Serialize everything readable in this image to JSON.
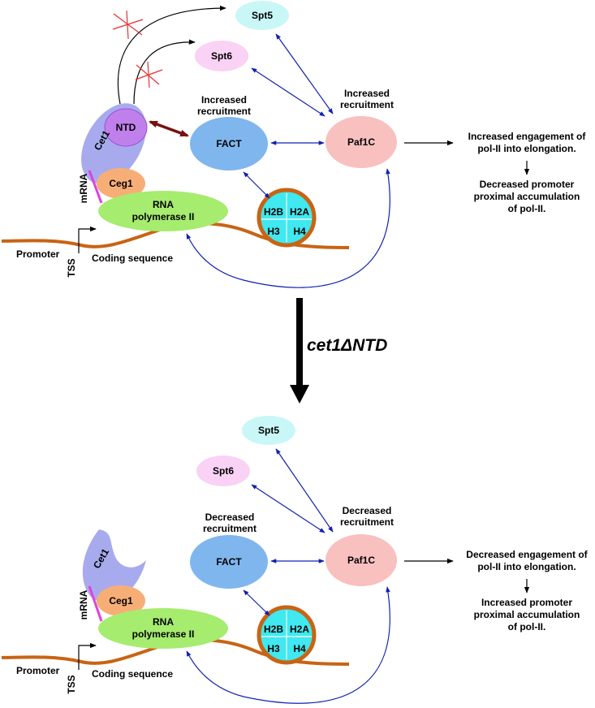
{
  "colors": {
    "spt5": "#c9f7f7",
    "spt6": "#f9d2f5",
    "fact": "#7fb6ee",
    "paf1c": "#f9c0c0",
    "cet1": "#a7abee",
    "ntd": "#c080ec",
    "ceg1": "#f7ae76",
    "rnapol": "#a6ec6e",
    "histone_fill": "#40e8f0",
    "histone_ring": "#c86414",
    "dna": "#c86414",
    "mrna": "#e040e0",
    "arrow_blue": "#1020b0",
    "arrow_red": "#7a1010",
    "cross_red": "#e83030"
  },
  "center_label": "cet1ΔNTD",
  "panels": [
    {
      "id": "top",
      "spt5": "Spt5",
      "spt6": "Spt6",
      "ntd": "NTD",
      "cet1": "Cet1",
      "ceg1": "Ceg1",
      "mrna": "mRNA",
      "fact": "FACT",
      "paf1c": "Paf1C",
      "rnapol_line1": "RNA",
      "rnapol_line2": "polymerase II",
      "fact_status_line1": "Increased",
      "fact_status_line2": "recruitment",
      "paf1c_status_line1": "Increased",
      "paf1c_status_line2": "recruitment",
      "histones": [
        "H2B",
        "H2A",
        "H3",
        "H4"
      ],
      "promoter": "Promoter",
      "tss": "TSS",
      "coding": "Coding sequence",
      "effect1_line1": "Increased engagement of",
      "effect1_line2": "pol-II into elongation.",
      "effect2_line1": "Decreased promoter",
      "effect2_line2": "proximal accumulation",
      "effect2_line3": "of pol-II."
    },
    {
      "id": "bottom",
      "spt5": "Spt5",
      "spt6": "Spt6",
      "cet1": "Cet1",
      "ceg1": "Ceg1",
      "mrna": "mRNA",
      "fact": "FACT",
      "paf1c": "Paf1C",
      "rnapol_line1": "RNA",
      "rnapol_line2": "polymerase II",
      "fact_status_line1": "Decreased",
      "fact_status_line2": "recruitment",
      "paf1c_status_line1": "Decreased",
      "paf1c_status_line2": "recruitment",
      "histones": [
        "H2B",
        "H2A",
        "H3",
        "H4"
      ],
      "promoter": "Promoter",
      "tss": "TSS",
      "coding": "Coding sequence",
      "effect1_line1": "Decreased engagement of",
      "effect1_line2": "pol-II into elongation.",
      "effect2_line1": "Increased promoter",
      "effect2_line2": "proximal accumulation",
      "effect2_line3": "of pol-II."
    }
  ]
}
